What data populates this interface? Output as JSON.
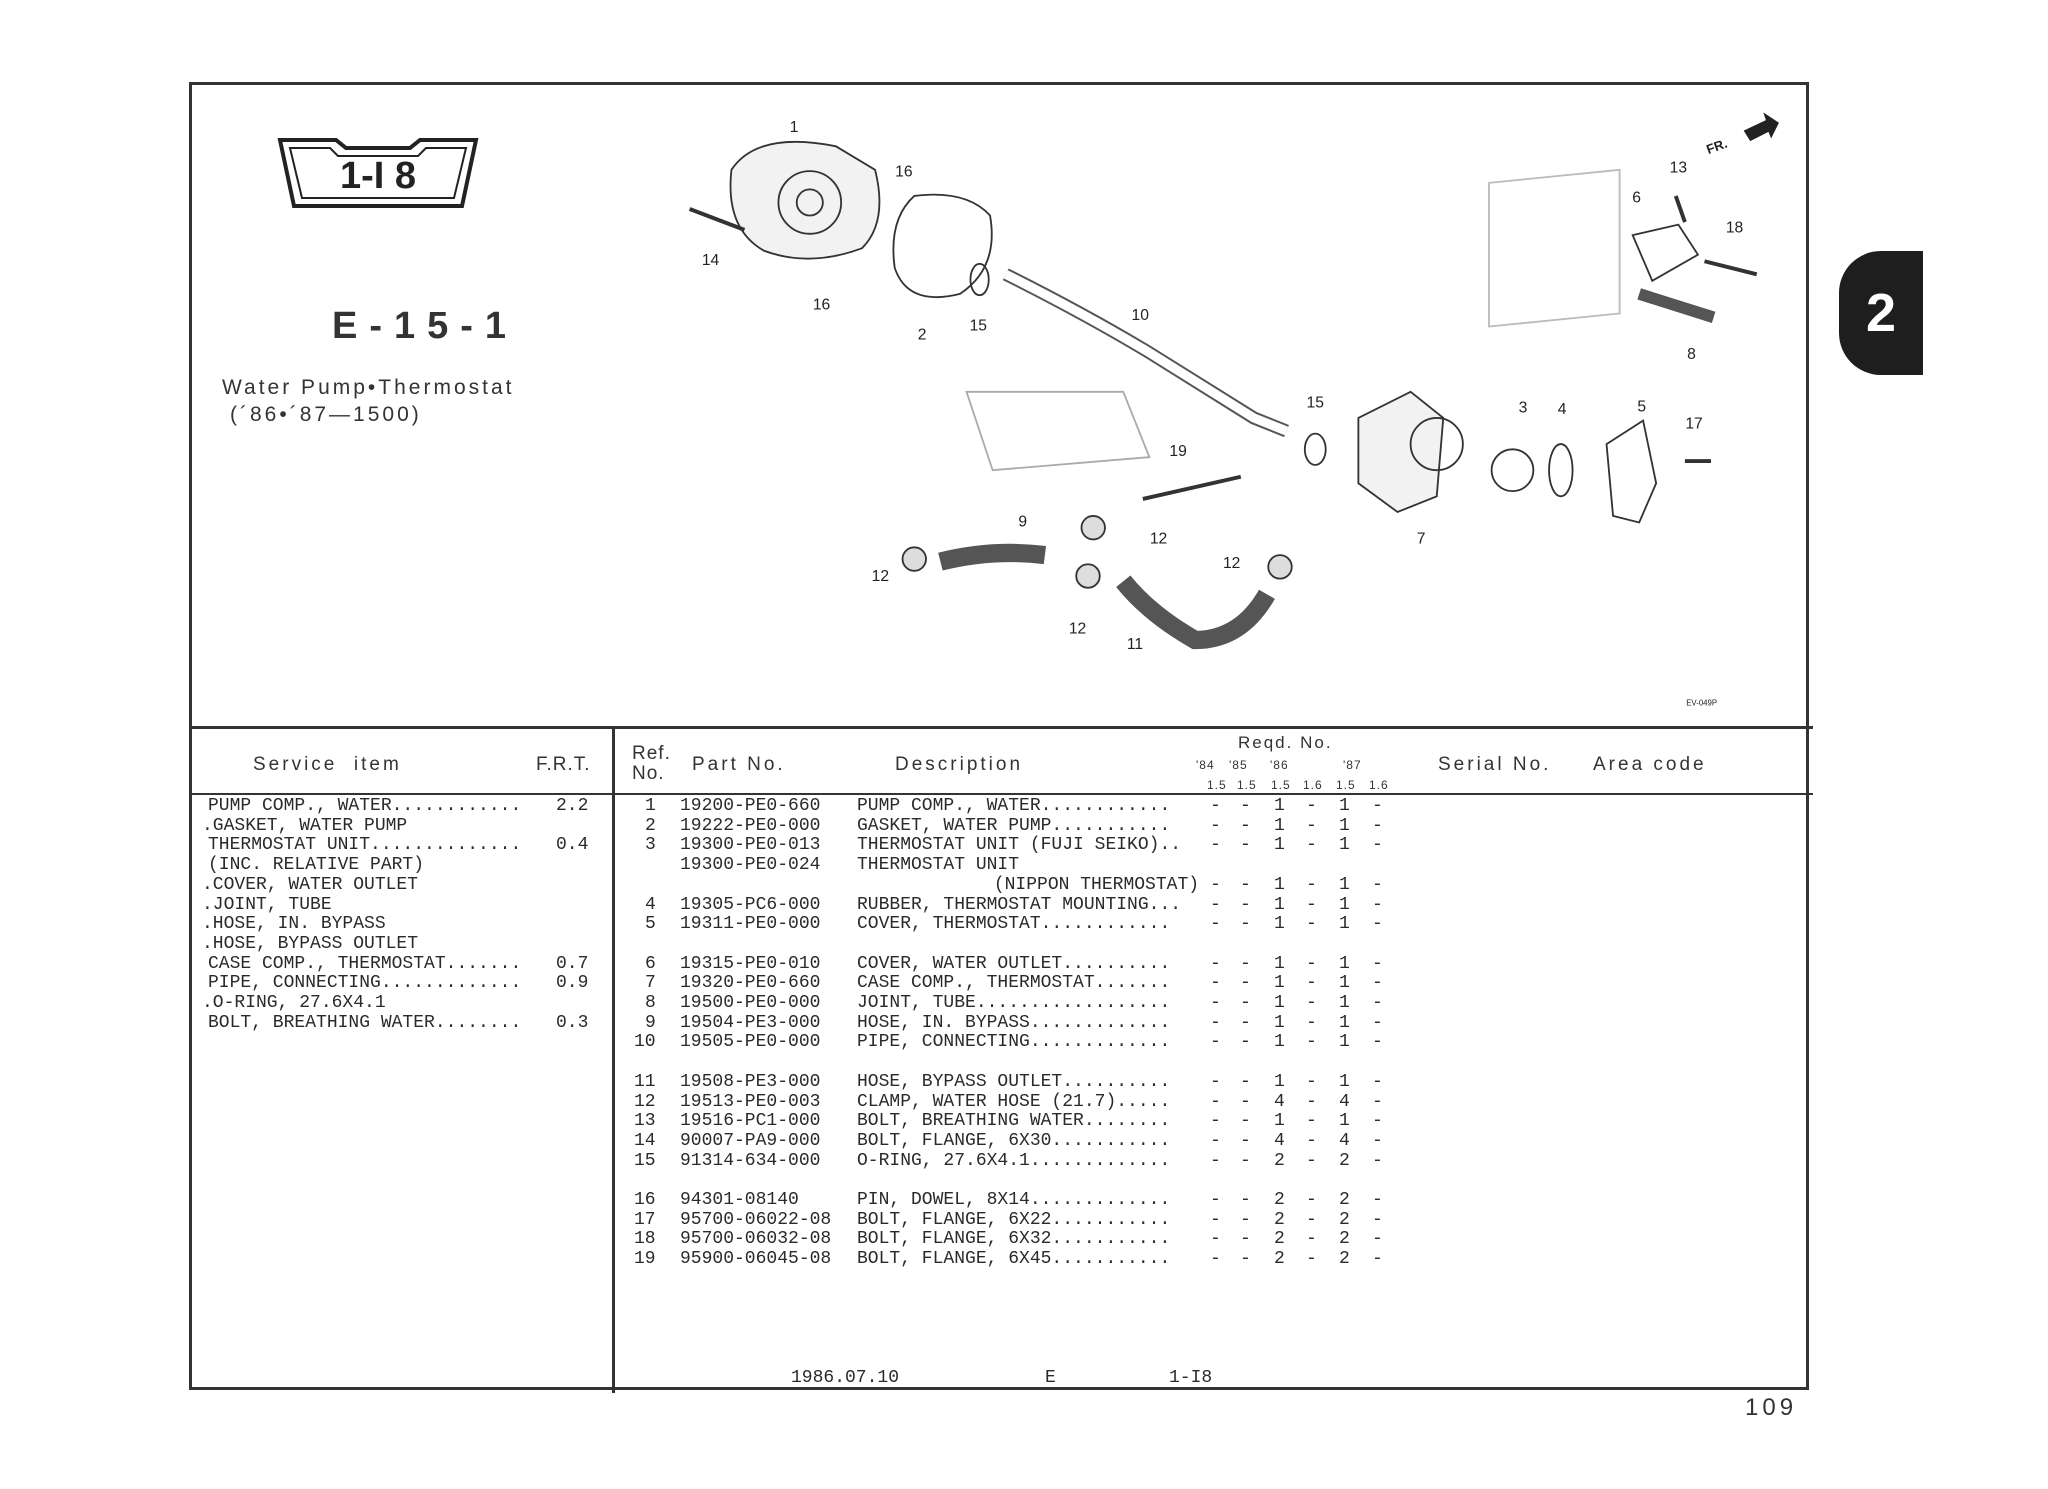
{
  "badge": {
    "code": "1-I 8"
  },
  "section": {
    "code": "E-15-1",
    "title": "Water Pump•Thermostat",
    "subtitle": "(´86•´87—1500)"
  },
  "chapter_tab": "2",
  "diagram": {
    "front_label": "FR.",
    "figure_code": "EV-049P",
    "callouts": [
      "1",
      "16",
      "14",
      "16",
      "2",
      "15",
      "10",
      "13",
      "6",
      "18",
      "8",
      "3",
      "4",
      "5",
      "17",
      "15",
      "19",
      "7",
      "9",
      "12",
      "12",
      "12",
      "12",
      "11"
    ]
  },
  "table": {
    "headers": {
      "service_item": "Service  item",
      "frt": "F.R.T.",
      "ref_no_1": "Ref.",
      "ref_no_2": "No.",
      "part_no": "Part No.",
      "description": "Description",
      "reqd_no": "Reqd. No.",
      "years": [
        "'84",
        "'85",
        "'86",
        "'87"
      ],
      "engines": [
        "1.5",
        "1.5",
        "1.5",
        "1.6",
        "1.5",
        "1.6"
      ],
      "serial_no": "Serial No.",
      "area_code": "Area code"
    },
    "service_items": [
      {
        "item": "PUMP COMP., WATER............",
        "frt": "2.2"
      },
      {
        "item": ".GASKET, WATER PUMP",
        "frt": ""
      },
      {
        "item": "THERMOSTAT UNIT..............",
        "frt": "0.4"
      },
      {
        "item": "(INC. RELATIVE PART)",
        "frt": ""
      },
      {
        "item": ".COVER, WATER OUTLET",
        "frt": ""
      },
      {
        "item": ".JOINT, TUBE",
        "frt": ""
      },
      {
        "item": ".HOSE, IN. BYPASS",
        "frt": ""
      },
      {
        "item": ".HOSE, BYPASS OUTLET",
        "frt": ""
      },
      {
        "item": "CASE COMP., THERMOSTAT.......",
        "frt": "0.7"
      },
      {
        "item": "PIPE, CONNECTING.............",
        "frt": "0.9"
      },
      {
        "item": ".O-RING, 27.6X4.1",
        "frt": ""
      },
      {
        "item": "BOLT, BREATHING WATER........",
        "frt": "0.3"
      }
    ],
    "parts": [
      {
        "line": 0,
        "ref": "1",
        "part_no": "19200-PE0-660",
        "desc": "PUMP COMP., WATER............",
        "qty": [
          "-",
          "-",
          "1",
          "-",
          "1",
          "-"
        ]
      },
      {
        "line": 1,
        "ref": "2",
        "part_no": "19222-PE0-000",
        "desc": "GASKET, WATER PUMP...........",
        "qty": [
          "-",
          "-",
          "1",
          "-",
          "1",
          "-"
        ]
      },
      {
        "line": 2,
        "ref": "3",
        "part_no": "19300-PE0-013",
        "desc": "THERMOSTAT UNIT (FUJI SEIKO)..",
        "qty": [
          "-",
          "-",
          "1",
          "-",
          "1",
          "-"
        ]
      },
      {
        "line": 3,
        "ref": "",
        "part_no": "19300-PE0-024",
        "desc": "THERMOSTAT UNIT",
        "qty": []
      },
      {
        "line": 4,
        "ref": "",
        "part_no": "",
        "desc": "              (NIPPON THERMOSTAT)",
        "qty": [
          "-",
          "-",
          "1",
          "-",
          "1",
          "-"
        ]
      },
      {
        "line": 5,
        "ref": "4",
        "part_no": "19305-PC6-000",
        "desc": "RUBBER, THERMOSTAT MOUNTING...",
        "qty": [
          "-",
          "-",
          "1",
          "-",
          "1",
          "-"
        ]
      },
      {
        "line": 6,
        "ref": "5",
        "part_no": "19311-PE0-000",
        "desc": "COVER, THERMOSTAT............",
        "qty": [
          "-",
          "-",
          "1",
          "-",
          "1",
          "-"
        ]
      },
      {
        "line": 8,
        "ref": "6",
        "part_no": "19315-PE0-010",
        "desc": "COVER, WATER OUTLET..........",
        "qty": [
          "-",
          "-",
          "1",
          "-",
          "1",
          "-"
        ]
      },
      {
        "line": 9,
        "ref": "7",
        "part_no": "19320-PE0-660",
        "desc": "CASE COMP., THERMOSTAT.......",
        "qty": [
          "-",
          "-",
          "1",
          "-",
          "1",
          "-"
        ]
      },
      {
        "line": 10,
        "ref": "8",
        "part_no": "19500-PE0-000",
        "desc": "JOINT, TUBE..................",
        "qty": [
          "-",
          "-",
          "1",
          "-",
          "1",
          "-"
        ]
      },
      {
        "line": 11,
        "ref": "9",
        "part_no": "19504-PE3-000",
        "desc": "HOSE, IN. BYPASS.............",
        "qty": [
          "-",
          "-",
          "1",
          "-",
          "1",
          "-"
        ]
      },
      {
        "line": 12,
        "ref": "10",
        "part_no": "19505-PE0-000",
        "desc": "PIPE, CONNECTING.............",
        "qty": [
          "-",
          "-",
          "1",
          "-",
          "1",
          "-"
        ]
      },
      {
        "line": 14,
        "ref": "11",
        "part_no": "19508-PE3-000",
        "desc": "HOSE, BYPASS OUTLET..........",
        "qty": [
          "-",
          "-",
          "1",
          "-",
          "1",
          "-"
        ]
      },
      {
        "line": 15,
        "ref": "12",
        "part_no": "19513-PE0-003",
        "desc": "CLAMP, WATER HOSE (21.7).....",
        "qty": [
          "-",
          "-",
          "4",
          "-",
          "4",
          "-"
        ]
      },
      {
        "line": 16,
        "ref": "13",
        "part_no": "19516-PC1-000",
        "desc": "BOLT, BREATHING WATER........",
        "qty": [
          "-",
          "-",
          "1",
          "-",
          "1",
          "-"
        ]
      },
      {
        "line": 17,
        "ref": "14",
        "part_no": "90007-PA9-000",
        "desc": "BOLT, FLANGE, 6X30...........",
        "qty": [
          "-",
          "-",
          "4",
          "-",
          "4",
          "-"
        ]
      },
      {
        "line": 18,
        "ref": "15",
        "part_no": "91314-634-000",
        "desc": "O-RING, 27.6X4.1.............",
        "qty": [
          "-",
          "-",
          "2",
          "-",
          "2",
          "-"
        ]
      },
      {
        "line": 20,
        "ref": "16",
        "part_no": "94301-08140",
        "desc": "PIN, DOWEL, 8X14.............",
        "qty": [
          "-",
          "-",
          "2",
          "-",
          "2",
          "-"
        ]
      },
      {
        "line": 21,
        "ref": "17",
        "part_no": "95700-06022-08",
        "desc": "BOLT, FLANGE, 6X22...........",
        "qty": [
          "-",
          "-",
          "2",
          "-",
          "2",
          "-"
        ]
      },
      {
        "line": 22,
        "ref": "18",
        "part_no": "95700-06032-08",
        "desc": "BOLT, FLANGE, 6X32...........",
        "qty": [
          "-",
          "-",
          "2",
          "-",
          "2",
          "-"
        ]
      },
      {
        "line": 23,
        "ref": "19",
        "part_no": "95900-06045-08",
        "desc": "BOLT, FLANGE, 6X45...........",
        "qty": [
          "-",
          "-",
          "2",
          "-",
          "2",
          "-"
        ]
      }
    ]
  },
  "footer": {
    "date": "1986.07.10",
    "area": "E",
    "code": "1-I8"
  },
  "page_number": "109"
}
